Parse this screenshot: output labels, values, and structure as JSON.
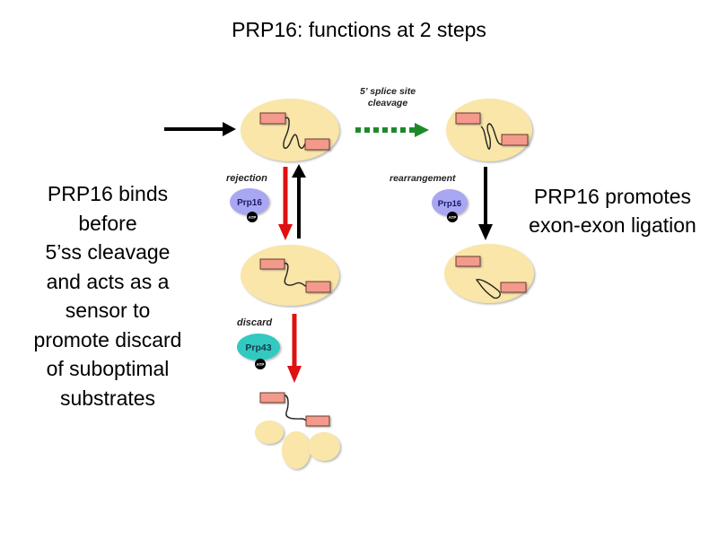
{
  "title": "PRP16: functions at 2 steps",
  "left_text_lines": [
    "PRP16 binds",
    "before",
    "5’ss cleavage",
    "and acts as a",
    "sensor to",
    "promote discard",
    "of suboptimal",
    "substrates"
  ],
  "right_text_lines": [
    "PRP16 promotes",
    "exon-exon ligation"
  ],
  "labels": {
    "cleavage_line1": "5’ splice site",
    "cleavage_line2": "cleavage",
    "rejection": "rejection",
    "rearrangement": "rearrangement",
    "discard": "discard"
  },
  "proteins": {
    "prp16_left": "Prp16",
    "prp16_right": "Prp16",
    "prp43": "Prp43",
    "atp": "ATP"
  },
  "colors": {
    "spliceosome": "#f9e6a8",
    "exon": "#f39a8c",
    "prp16": "#a9a6f2",
    "prp43": "#33c9c0",
    "reject_arrow": "#e01010",
    "cleavage_arrow": "#1d8a2a"
  }
}
